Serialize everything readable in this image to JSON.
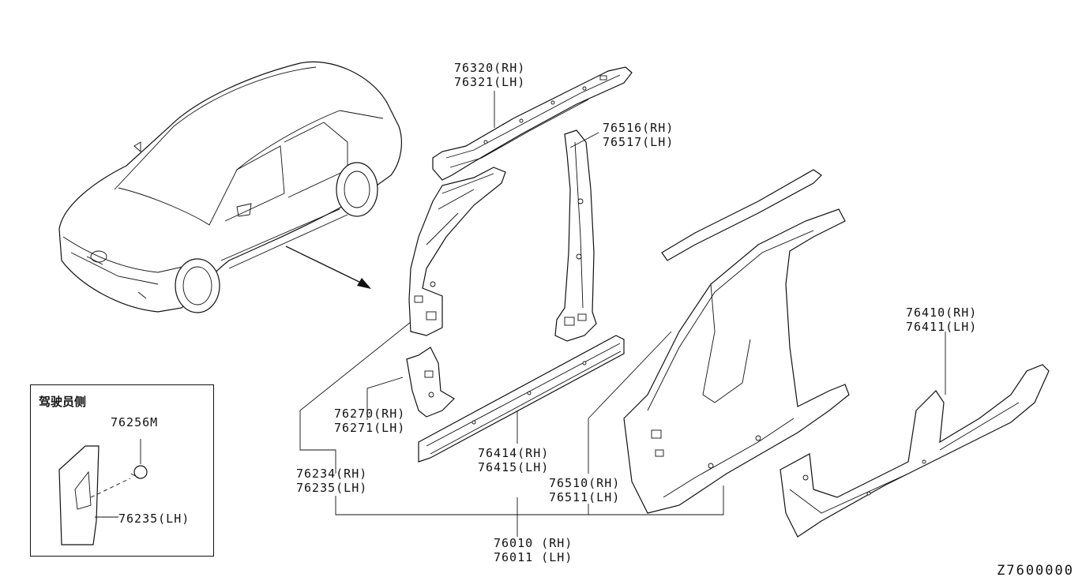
{
  "inset": {
    "title": "驾驶员侧"
  },
  "catalog_number": "Z7600000",
  "parts": {
    "p76320": {
      "rh": "76320(RH)",
      "lh": "76321(LH)"
    },
    "p76516": {
      "rh": "76516(RH)",
      "lh": "76517(LH)"
    },
    "p76410": {
      "rh": "76410(RH)",
      "lh": "76411(LH)"
    },
    "p76270": {
      "rh": "76270(RH)",
      "lh": "76271(LH)"
    },
    "p76234": {
      "rh": "76234(RH)",
      "lh": "76235(LH)"
    },
    "p76414": {
      "rh": "76414(RH)",
      "lh": "76415(LH)"
    },
    "p76510": {
      "rh": "76510(RH)",
      "lh": "76511(LH)"
    },
    "p76010": {
      "rh": "76010 (RH)",
      "lh": "76011 (LH)"
    },
    "p76256M": {
      "code": "76256M"
    },
    "p76235": {
      "code": "76235(LH)"
    }
  }
}
